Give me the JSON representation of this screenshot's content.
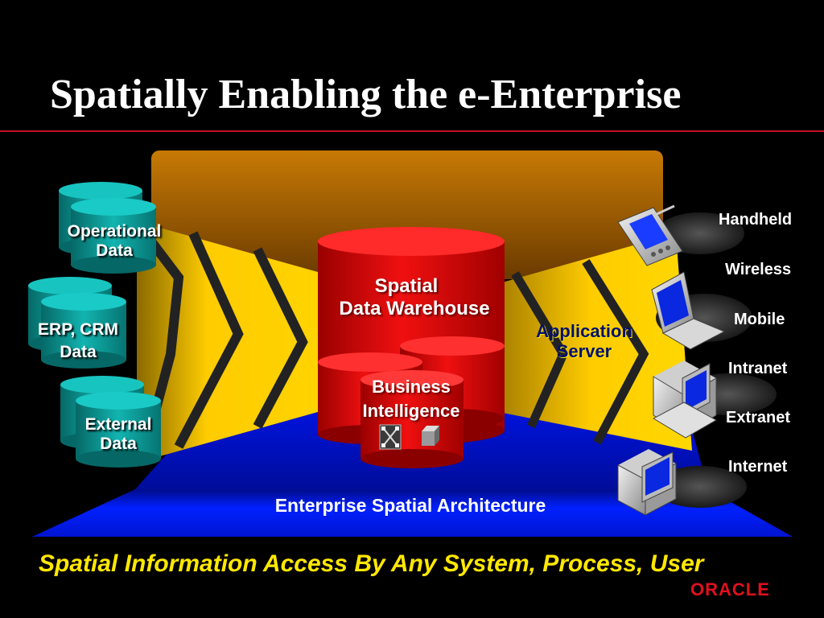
{
  "slide": {
    "title": "Spatially Enabling the e-Enterprise",
    "tagline": "Spatial Information Access By Any System, Process, User",
    "brand": "ORACLE"
  },
  "sources": {
    "operational": [
      "Operational",
      "Data"
    ],
    "erp": [
      "ERP, CRM",
      "Data"
    ],
    "external": [
      "External",
      "Data"
    ]
  },
  "warehouse": {
    "title": [
      "Spatial",
      "Data Warehouse"
    ],
    "bi": [
      "Business",
      "Intelligence"
    ]
  },
  "app_server": [
    "Application",
    "Server"
  ],
  "devices": [
    "Handheld",
    "Wireless",
    "Mobile",
    "Intranet",
    "Extranet",
    "Internet"
  ],
  "architecture_label": "Enterprise Spatial Architecture",
  "colors": {
    "background": "#000000",
    "accent_red": "#cc0000",
    "teal": "#0a9a98",
    "funnel_yellow": "#ffcc00",
    "platform_blue": "#0014ff",
    "tagline_yellow": "#ffe800"
  }
}
